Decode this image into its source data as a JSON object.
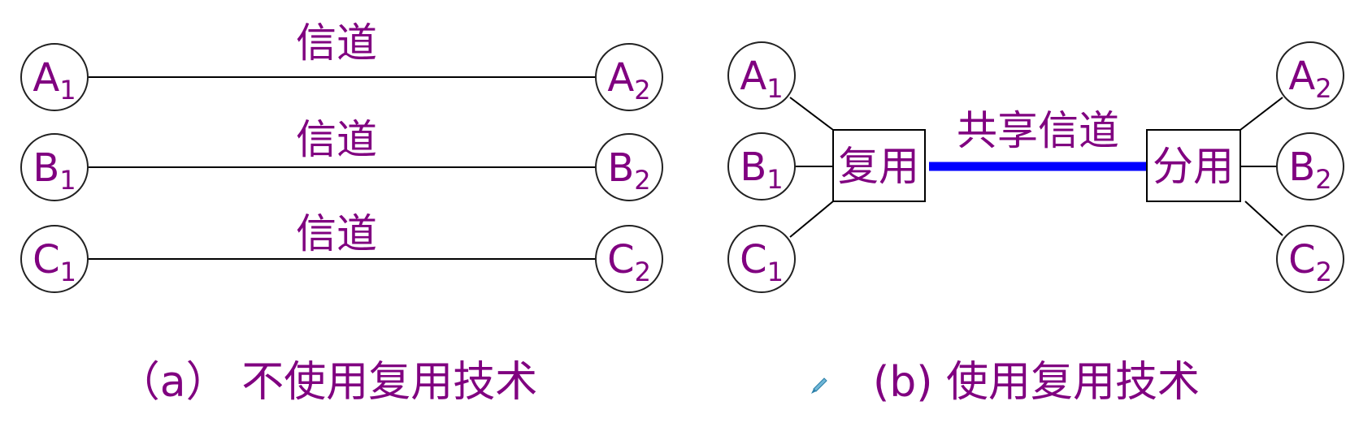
{
  "panel_a": {
    "senders": [
      {
        "letter": "A",
        "sub": "1"
      },
      {
        "letter": "B",
        "sub": "1"
      },
      {
        "letter": "C",
        "sub": "1"
      }
    ],
    "receivers": [
      {
        "letter": "A",
        "sub": "2"
      },
      {
        "letter": "B",
        "sub": "2"
      },
      {
        "letter": "C",
        "sub": "2"
      }
    ],
    "channels": [
      "信道",
      "信道",
      "信道"
    ],
    "caption": "（a） 不使用复用技术"
  },
  "panel_b": {
    "senders": [
      {
        "letter": "A",
        "sub": "1"
      },
      {
        "letter": "B",
        "sub": "1"
      },
      {
        "letter": "C",
        "sub": "1"
      }
    ],
    "receivers": [
      {
        "letter": "A",
        "sub": "2"
      },
      {
        "letter": "B",
        "sub": "2"
      },
      {
        "letter": "C",
        "sub": "2"
      }
    ],
    "mux_label": "复用",
    "demux_label": "分用",
    "shared_channel_label": "共享信道",
    "caption": "(b) 使用复用技术"
  },
  "colors": {
    "text": "#800080",
    "line": "#000000",
    "node_stroke": "#222222",
    "shared_channel": "#0000ff",
    "background": "#ffffff"
  },
  "icons": {
    "cursor": "pen-icon"
  }
}
